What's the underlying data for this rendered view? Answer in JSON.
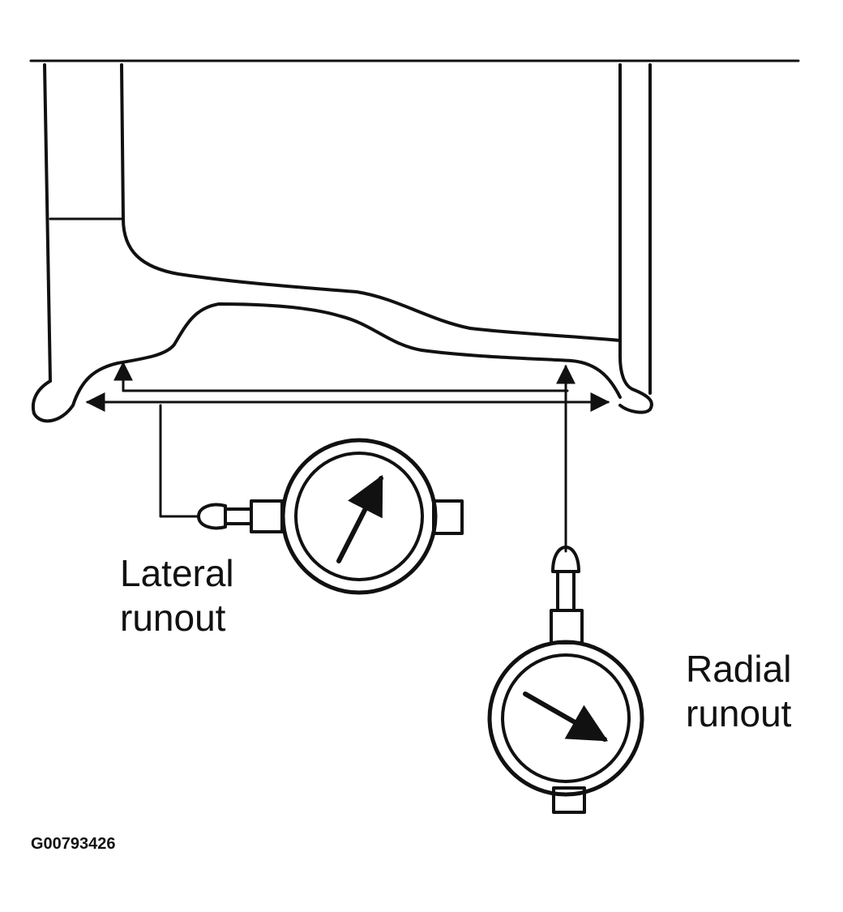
{
  "labels": {
    "lateral": "Lateral\nrunout",
    "radial": "Radial\nrunout"
  },
  "figure_id": "G00793426",
  "icons": {
    "lateral_gauge": "dial-indicator-icon",
    "radial_gauge": "dial-indicator-icon"
  },
  "colors": {
    "ink": "#111111",
    "background": "#ffffff"
  }
}
